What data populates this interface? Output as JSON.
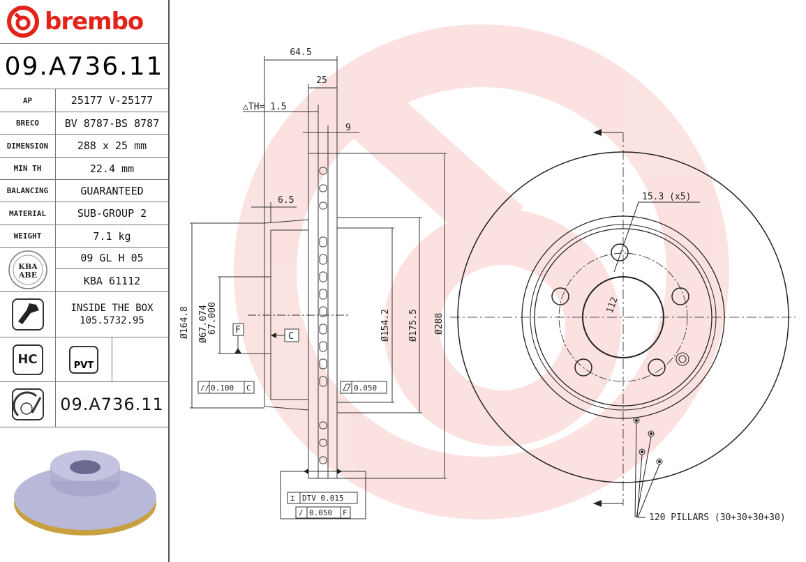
{
  "brand": {
    "name": "brembo",
    "color": "#e2231a"
  },
  "part_number": "09.A736.11",
  "specs": [
    {
      "label": "AP",
      "value": "25177 V-25177"
    },
    {
      "label": "BRECO",
      "value": "BV 8787-BS 8787"
    },
    {
      "label": "DIMENSION",
      "value": "288 x 25 mm"
    },
    {
      "label": "MIN TH",
      "value": "22.4 mm"
    },
    {
      "label": "BALANCING",
      "value": "GUARANTEED"
    },
    {
      "label": "MATERIAL",
      "value": "SUB-GROUP 2"
    },
    {
      "label": "WEIGHT",
      "value": "7.1 kg"
    }
  ],
  "kba": {
    "badge_line1": "KBA",
    "badge_line2": "ABE",
    "code1": "09 GL H 05",
    "code2": "KBA 61112"
  },
  "inside_box": {
    "line1": "INSIDE THE BOX",
    "line2": "105.5732.95",
    "icon": "screw-icon"
  },
  "badges": {
    "hc": "HC",
    "pvt": "PVT"
  },
  "footer_part_number": "09.A736.11",
  "drawing": {
    "dim_overall_width": "64.5",
    "dim_thickness": "25",
    "dim_th": "△TH= 1.5",
    "dim_vane": "9",
    "dim_hat": "6.5",
    "dia_164": "Ø164.8",
    "dia_67a": "Ø67.074",
    "dia_67b": "67.000",
    "dia_154": "Ø154.2",
    "dia_175": "Ø175.5",
    "dia_288": "Ø288",
    "datum_f": "F",
    "datum_c": "C",
    "parallel_tol": "0.100",
    "parallel_ref": "C",
    "flatness_tol": "0.050",
    "dtv": "DTV 0.015",
    "runout_tol": "0.050",
    "runout_ref": "F",
    "bolt_holes": "15.3 (x5)",
    "pcd": "112",
    "pillars": "120 PILLARS (30+30+30+30)"
  }
}
